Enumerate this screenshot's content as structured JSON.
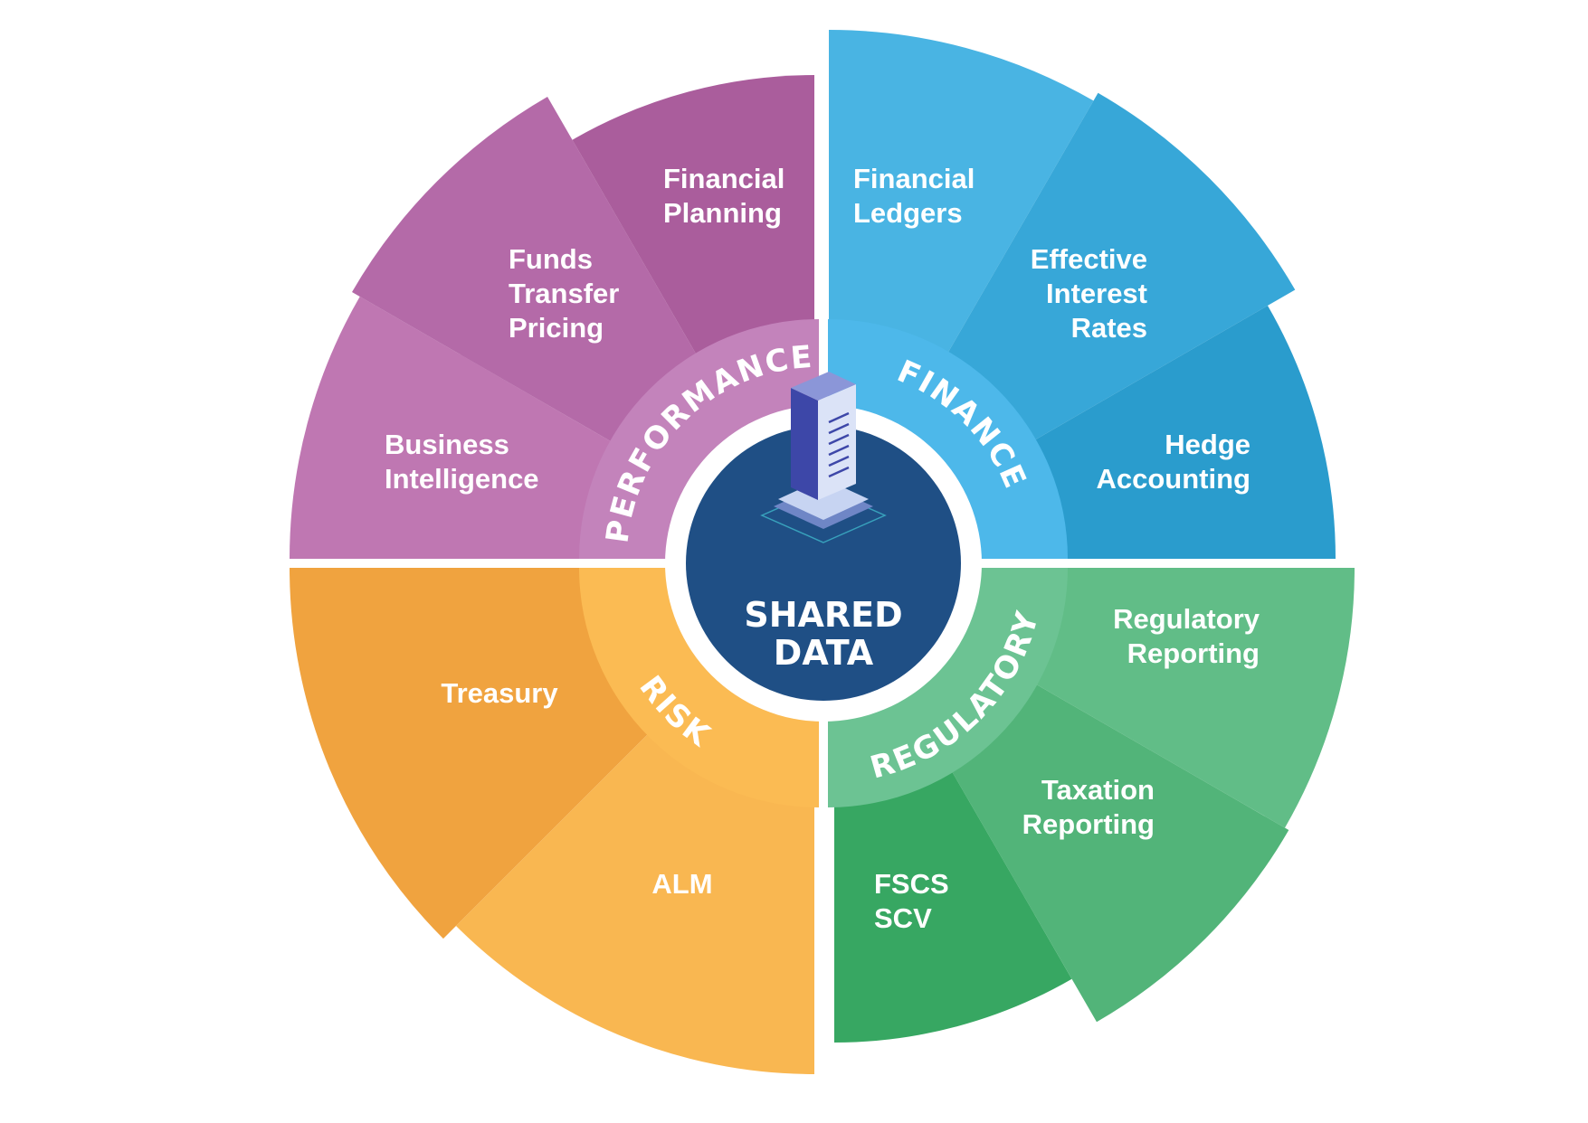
{
  "center": {
    "line1": "SHARED",
    "line2": "DATA",
    "icon": "server-icon",
    "color": "#1f4f85"
  },
  "quadrants": {
    "performance": {
      "ring_label": "PERFORMANCE",
      "ring_color": "#c383bb",
      "segments": [
        {
          "id": "business-intelligence",
          "lines": [
            "Business",
            "Intelligence"
          ],
          "color": "#bf77b2"
        },
        {
          "id": "funds-transfer-pricing",
          "lines": [
            "Funds",
            "Transfer",
            "Pricing"
          ],
          "color": "#b46aa8"
        },
        {
          "id": "financial-planning",
          "lines": [
            "Financial",
            "Planning"
          ],
          "color": "#aa5d9c"
        }
      ]
    },
    "finance": {
      "ring_label": "FINANCE",
      "ring_color": "#4db8ea",
      "segments": [
        {
          "id": "financial-ledgers",
          "lines": [
            "Financial",
            "Ledgers"
          ],
          "color": "#49b4e3"
        },
        {
          "id": "effective-interest-rates",
          "lines": [
            "Effective",
            "Interest",
            "Rates"
          ],
          "color": "#37a7d8"
        },
        {
          "id": "hedge-accounting",
          "lines": [
            "Hedge",
            "Accounting"
          ],
          "color": "#2a9ccd"
        }
      ]
    },
    "regulatory": {
      "ring_label": "REGULATORY",
      "ring_color": "#6cc393",
      "segments": [
        {
          "id": "regulatory-reporting",
          "lines": [
            "Regulatory",
            "Reporting"
          ],
          "color": "#61bd87"
        },
        {
          "id": "taxation-reporting",
          "lines": [
            "Taxation",
            "Reporting"
          ],
          "color": "#52b479"
        },
        {
          "id": "fscs-scv",
          "lines": [
            "FSCS",
            "SCV"
          ],
          "color": "#37a762"
        }
      ]
    },
    "risk": {
      "ring_label": "RISK",
      "ring_color": "#fbbb53",
      "segments": [
        {
          "id": "treasury",
          "lines": [
            "Treasury"
          ],
          "color": "#f0a33f"
        },
        {
          "id": "alm",
          "lines": [
            "ALM"
          ],
          "color": "#f9b751"
        }
      ]
    }
  }
}
